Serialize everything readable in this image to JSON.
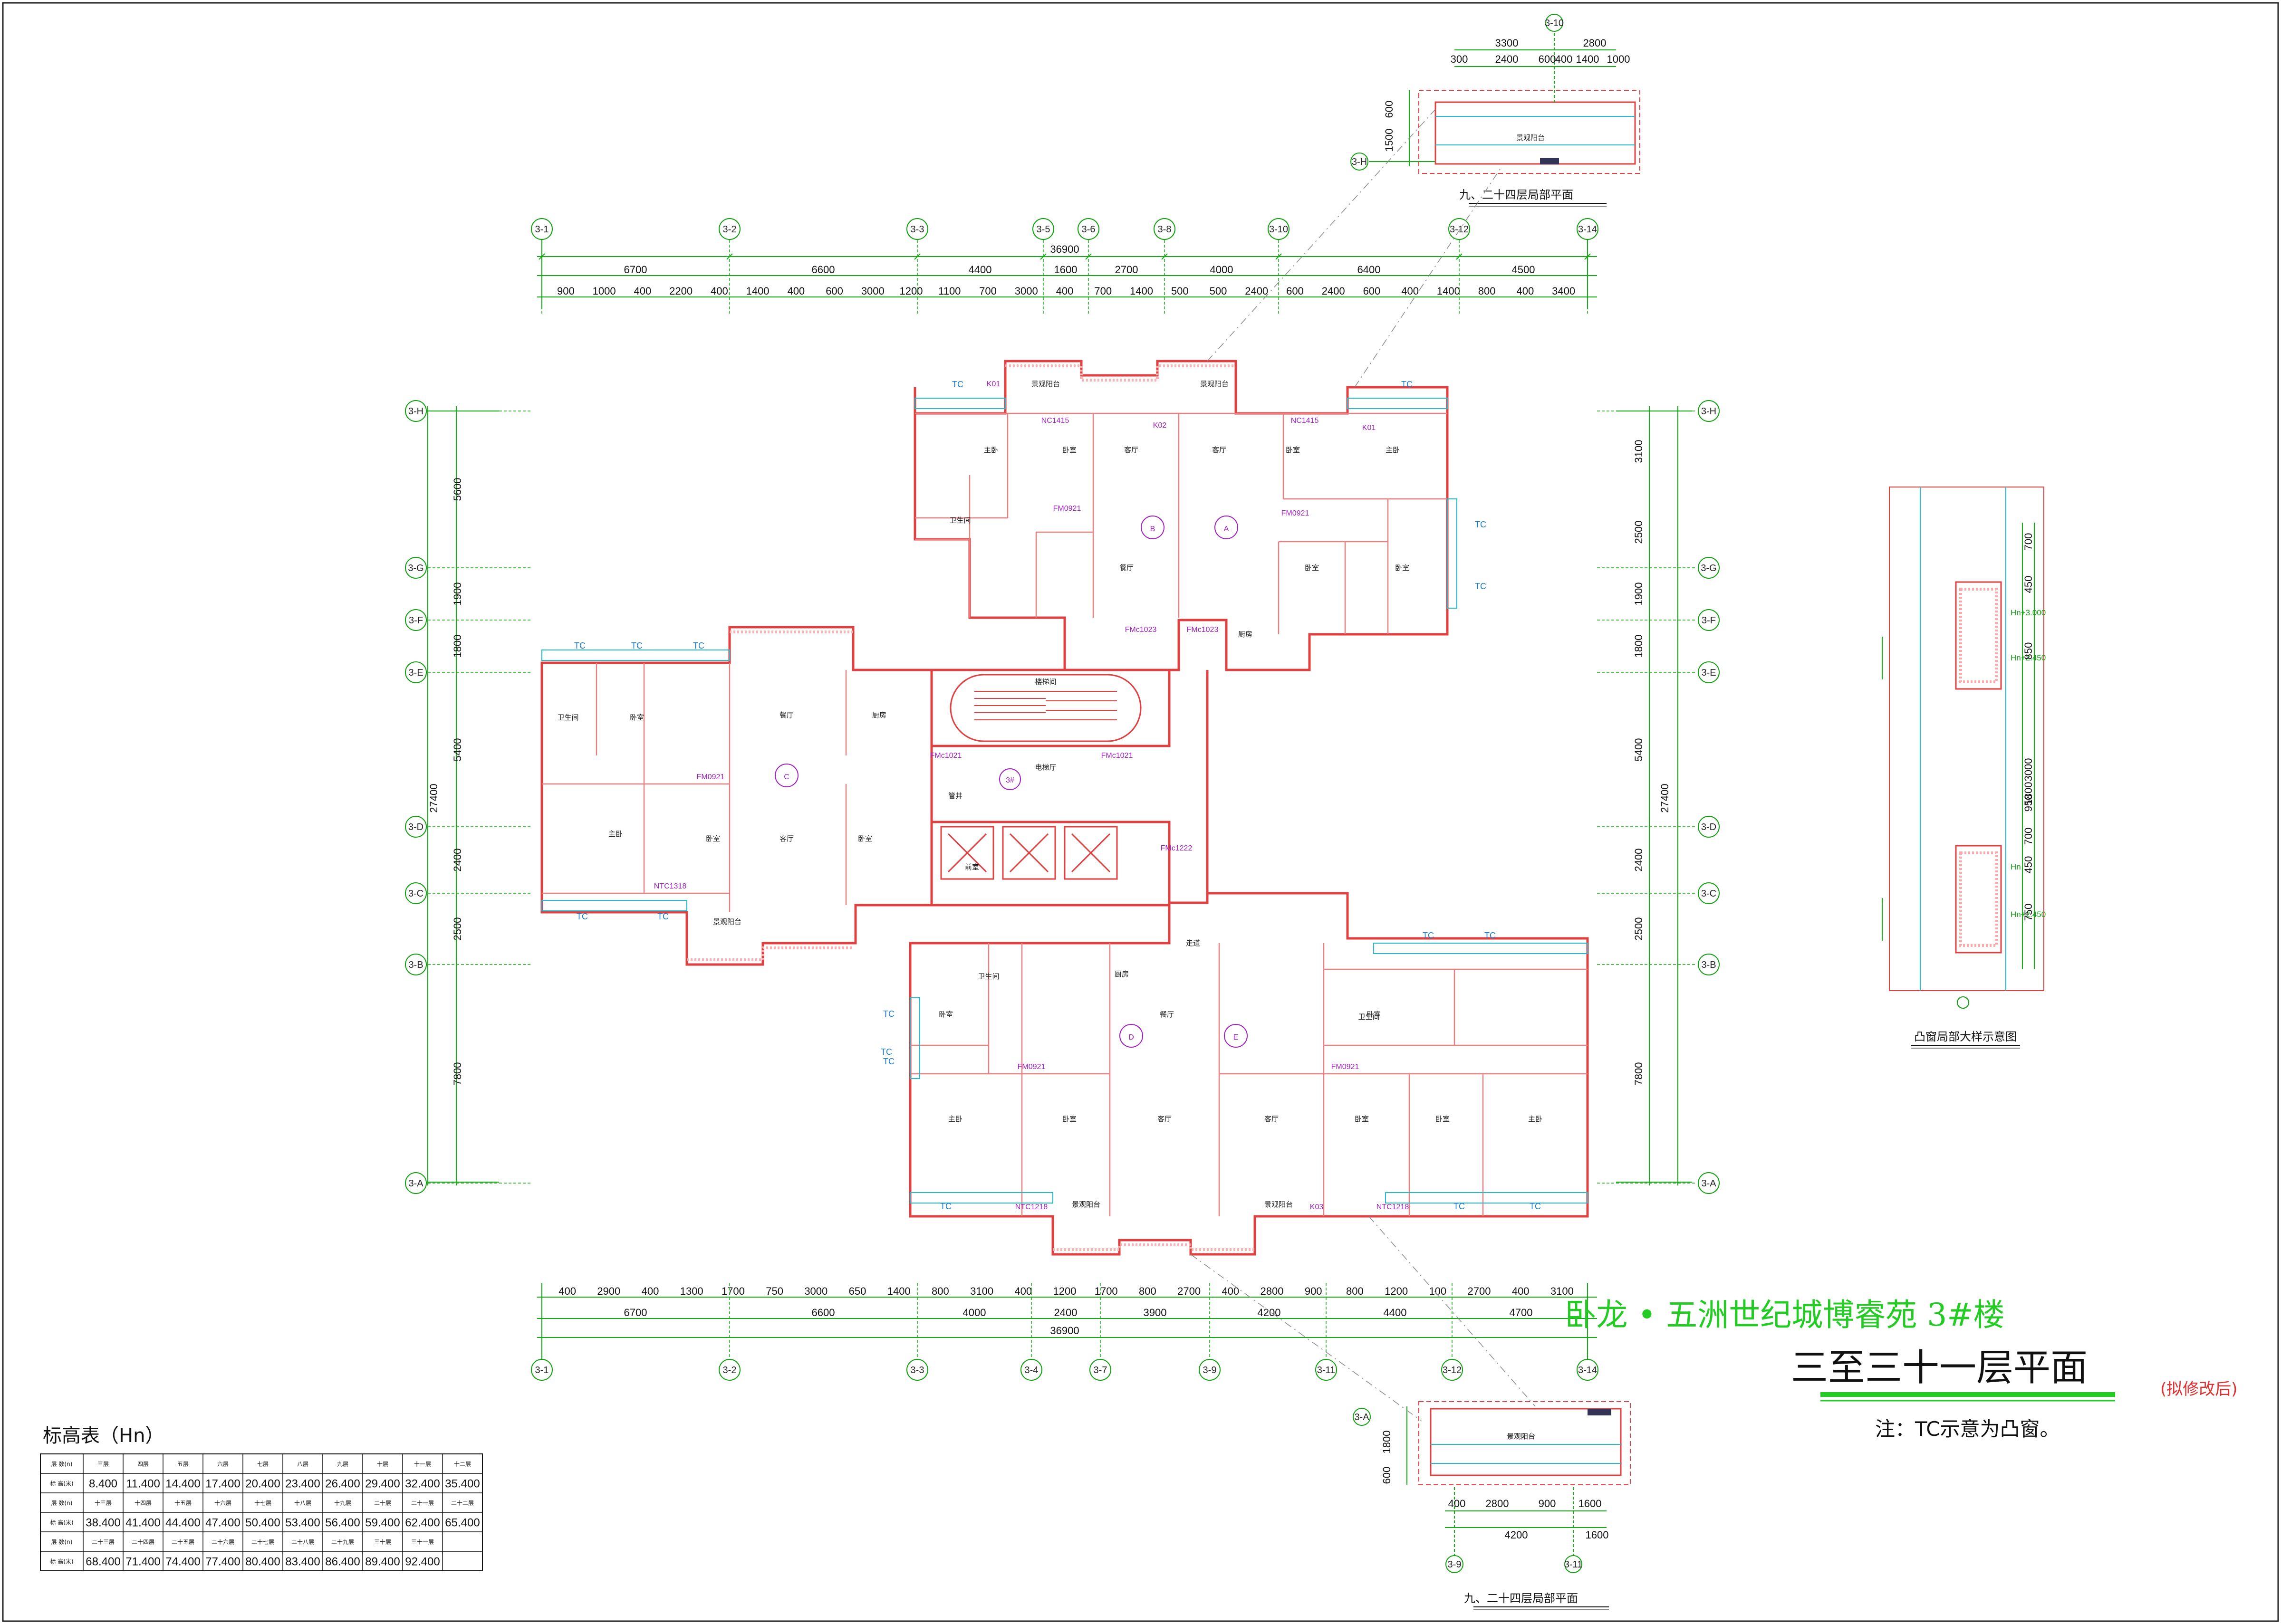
{
  "title": {
    "project": "卧龙 • 五洲世纪城博睿苑 3#楼",
    "floor_plan": "三至三十一层平面",
    "revision_note": "(拟修改后)",
    "note": "注：TC示意为凸窗。"
  },
  "colors": {
    "wall": "#e04040",
    "dimension": "#10b010",
    "axis_circle": "#10a010",
    "room_text": "#222222",
    "window_code": "#a020c0",
    "tc_label": "#1a7acc",
    "title_green": "#22cc22"
  },
  "top_axes": [
    "3-1",
    "3-2",
    "3-3",
    "3-5",
    "3-6",
    "3-8",
    "3-10",
    "3-12",
    "3-14"
  ],
  "bottom_axes": [
    "3-1",
    "3-2",
    "3-3",
    "3-4",
    "3-7",
    "3-9",
    "3-11",
    "3-12",
    "3-14"
  ],
  "left_axes": [
    "3-H",
    "3-G",
    "3-F",
    "3-E",
    "3-D",
    "3-C",
    "3-B",
    "3-A"
  ],
  "right_axes": [
    "3-H",
    "3-G",
    "3-F",
    "3-E",
    "3-D",
    "3-C",
    "3-B",
    "3-A"
  ],
  "top_dims": {
    "total": "36900",
    "row1": [
      "6700",
      "6600",
      "4400",
      "1600",
      "2700",
      "4000",
      "6400",
      "4500"
    ],
    "row2": [
      "900",
      "1000",
      "400",
      "2200",
      "400",
      "1400",
      "400",
      "600",
      "3000",
      "1200",
      "1100",
      "700",
      "3000",
      "400",
      "700",
      "1400",
      "500",
      "500",
      "2400",
      "600",
      "2400",
      "600",
      "400",
      "1400",
      "800",
      "400",
      "3400"
    ]
  },
  "bottom_dims": {
    "total": "36900",
    "row1": [
      "6700",
      "6600",
      "4000",
      "2400",
      "3900",
      "4200",
      "4400",
      "4700"
    ],
    "row2": [
      "400",
      "2900",
      "400",
      "1300",
      "1700",
      "750",
      "3000",
      "650",
      "1400",
      "800",
      "3100",
      "400",
      "1200",
      "1700",
      "800",
      "2700",
      "400",
      "2800",
      "900",
      "800",
      "1200",
      "100",
      "2700",
      "400",
      "3100"
    ]
  },
  "left_dims": {
    "total": "27400",
    "segments": [
      "5600",
      "1900",
      "1800",
      "5400",
      "2400",
      "2500",
      "7800"
    ]
  },
  "right_dims": {
    "total": "27400",
    "segments": [
      "3100",
      "2500",
      "1900",
      "1800",
      "5400",
      "2400",
      "2500",
      "7800"
    ]
  },
  "units": [
    "A",
    "B",
    "C",
    "D",
    "E"
  ],
  "core_label": "3#",
  "room_labels": {
    "master": "主卧",
    "bedroom": "卧室",
    "living": "客厅",
    "dining": "餐厅",
    "kitchen": "厨房",
    "bath": "卫生间",
    "balcony": "景观阳台",
    "hall": "走道",
    "lift_hall": "电梯厅",
    "stair": "楼梯间",
    "shaft": "管井",
    "corridor": "前室"
  },
  "window_codes": [
    "NC1415",
    "FM0921",
    "FMc1023",
    "FMc1021",
    "NTC1318",
    "NTC1218",
    "FMc1222",
    "K01",
    "K02",
    "K03",
    "TC"
  ],
  "partial_plan_top": {
    "caption": "九、二十四层局部平面",
    "axes": [
      "3-10",
      "3-H"
    ],
    "dims_top": [
      "3300",
      "2800"
    ],
    "dims_sub": [
      "300",
      "2400",
      "600",
      "400",
      "1400",
      "1000"
    ],
    "dims_left": [
      "600",
      "1500"
    ],
    "room": "景观阳台"
  },
  "partial_plan_bottom": {
    "caption": "九、二十四层局部平面",
    "axes": [
      "3-A",
      "3-9",
      "3-11"
    ],
    "dims_bottom": [
      "400",
      "2800",
      "900",
      "1600"
    ],
    "dims_sub": [
      "4200",
      "1600"
    ],
    "dims_left": [
      "1800",
      "600"
    ],
    "room": "景观阳台"
  },
  "detail": {
    "caption": "凸窗局部大样示意图",
    "labels": [
      "Hn+3.000",
      "Hn+2.450",
      "Hn",
      "Hn+2.450"
    ],
    "dims": [
      "700",
      "450",
      "850",
      "3000",
      "1800",
      "950",
      "700",
      "450",
      "750"
    ]
  },
  "height_table": {
    "title": "标高表（Hn）",
    "row_labels": [
      "层 数(n)",
      "标 高(米)"
    ],
    "rows": [
      {
        "floors": [
          "三层",
          "四层",
          "五层",
          "六层",
          "七层",
          "八层",
          "九层",
          "十层",
          "十一层",
          "十二层"
        ],
        "heights": [
          "8.400",
          "11.400",
          "14.400",
          "17.400",
          "20.400",
          "23.400",
          "26.400",
          "29.400",
          "32.400",
          "35.400"
        ]
      },
      {
        "floors": [
          "十三层",
          "十四层",
          "十五层",
          "十六层",
          "十七层",
          "十八层",
          "十九层",
          "二十层",
          "二十一层",
          "二十二层"
        ],
        "heights": [
          "38.400",
          "41.400",
          "44.400",
          "47.400",
          "50.400",
          "53.400",
          "56.400",
          "59.400",
          "62.400",
          "65.400"
        ]
      },
      {
        "floors": [
          "二十三层",
          "二十四层",
          "二十五层",
          "二十六层",
          "二十七层",
          "二十八层",
          "二十九层",
          "三十层",
          "三十一层",
          ""
        ],
        "heights": [
          "68.400",
          "71.400",
          "74.400",
          "77.400",
          "80.400",
          "83.400",
          "86.400",
          "89.400",
          "92.400",
          ""
        ]
      }
    ]
  }
}
